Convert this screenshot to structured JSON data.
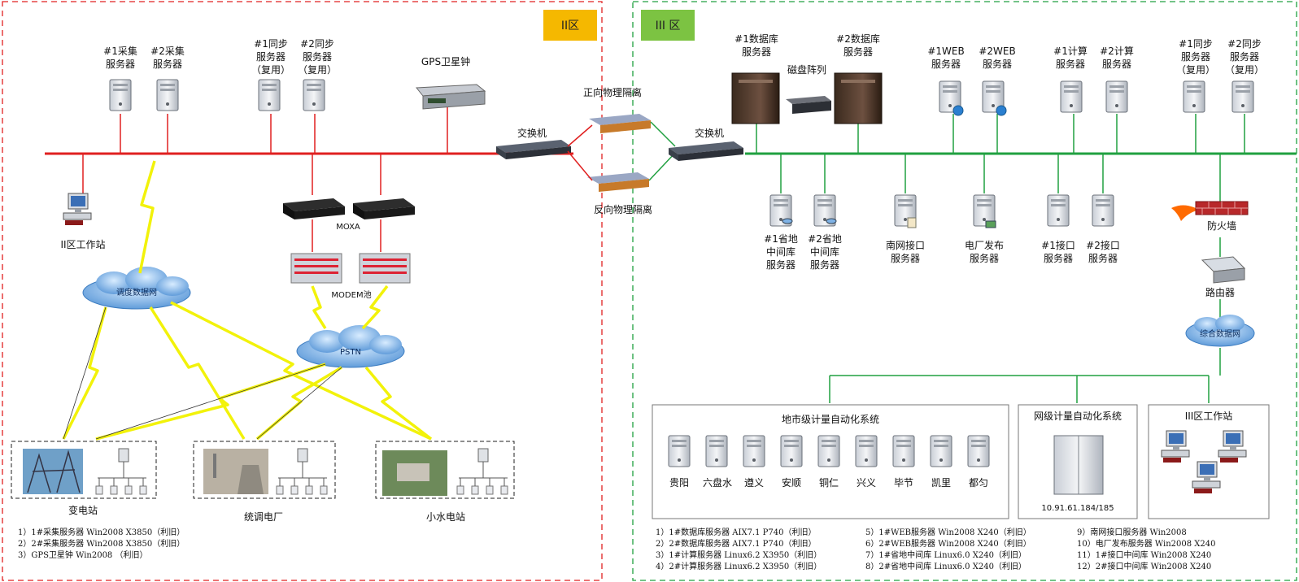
{
  "zones": {
    "zone2": "II区",
    "zone3": "III 区"
  },
  "zone2": {
    "servers": [
      {
        "line1": "#1采集",
        "line2": "服务器",
        "line3": ""
      },
      {
        "line1": "#2采集",
        "line2": "服务器",
        "line3": ""
      },
      {
        "line1": "#1同步",
        "line2": "服务器",
        "line3": "（复用）"
      },
      {
        "line1": "#2同步",
        "line2": "服务器",
        "line3": "（复用）"
      }
    ],
    "gps": "GPS卫星钟",
    "switch": "交换机",
    "workstation": "II区工作站",
    "moxa": "MOXA",
    "modem": "MODEM池",
    "dispatch_net": "调度数据网",
    "pstn": "PSTN",
    "sites": [
      "变电站",
      "统调电厂",
      "小水电站"
    ],
    "notes": [
      "1）1#采集服务器 Win2008 X3850（利旧）",
      "2）2#采集服务器 Win2008 X3850（利旧）",
      "3）GPS卫星钟    Win2008 （利旧）"
    ]
  },
  "isolation": {
    "forward": "正向物理隔离",
    "reverse": "反向物理隔离"
  },
  "zone3": {
    "switch": "交换机",
    "disk_array": "磁盘阵列",
    "top_servers": [
      {
        "line1": "#1数据库",
        "line2": "服务器",
        "line3": ""
      },
      {
        "line1": "#2数据库",
        "line2": "服务器",
        "line3": ""
      },
      {
        "line1": "#1WEB",
        "line2": "服务器",
        "line3": ""
      },
      {
        "line1": "#2WEB",
        "line2": "服务器",
        "line3": ""
      },
      {
        "line1": "#1计算",
        "line2": "服务器",
        "line3": ""
      },
      {
        "line1": "#2计算",
        "line2": "服务器",
        "line3": ""
      },
      {
        "line1": "#1同步",
        "line2": "服务器",
        "line3": "（复用）"
      },
      {
        "line1": "#2同步",
        "line2": "服务器",
        "line3": "（复用）"
      }
    ],
    "bottom_servers": [
      {
        "line1": "#1省地",
        "line2": "中间库",
        "line3": "服务器"
      },
      {
        "line1": "#2省地",
        "line2": "中间库",
        "line3": "服务器"
      },
      {
        "line1": "南网接口",
        "line2": "服务器",
        "line3": ""
      },
      {
        "line1": "电厂发布",
        "line2": "服务器",
        "line3": ""
      },
      {
        "line1": "#1接口",
        "line2": "服务器",
        "line3": ""
      },
      {
        "line1": "#2接口",
        "line2": "服务器",
        "line3": ""
      }
    ],
    "firewall": "防火墙",
    "router": "路由器",
    "integrated_net": "综合数据网",
    "city_system": {
      "title": "地市级计量自动化系统",
      "cities": [
        "贵阳",
        "六盘水",
        "遵义",
        "安顺",
        "铜仁",
        "兴义",
        "毕节",
        "凯里",
        "都匀"
      ]
    },
    "grid_system": {
      "title": "网级计量自动化系统",
      "address": "10.91.61.184/185"
    },
    "workstation_box": {
      "title": "III区工作站"
    },
    "notes": [
      "1）1#数据库服务器 AIX7.1 P740（利旧）",
      "2）2#数据库服务器 AIX7.1 P740（利旧）",
      "3）1#计算服务器 Linux6.2 X3950（利旧）",
      "4）2#计算服务器 Linux6.2 X3950（利旧）",
      "5）1#WEB服务器 Win2008 X240（利旧）",
      "6）2#WEB服务器 Win2008 X240（利旧）",
      "7）1#省地中间库 Linux6.0 X240（利旧）",
      "8）2#省地中间库 Linux6.0 X240（利旧）",
      "9）南网接口服务器 Win2008",
      "10）电厂发布服务器 Win2008 X240",
      "11）1#接口中间库 Win2008 X240",
      "12）2#接口中间库 Win2008 X240"
    ]
  },
  "colors": {
    "zone2_line": "#e02020",
    "zone3_line": "#20a040",
    "zone2_badge": "#f5b800",
    "zone3_badge": "#7cc342",
    "lightning": "#f2f20a",
    "cloud": "#5b9bd5"
  }
}
